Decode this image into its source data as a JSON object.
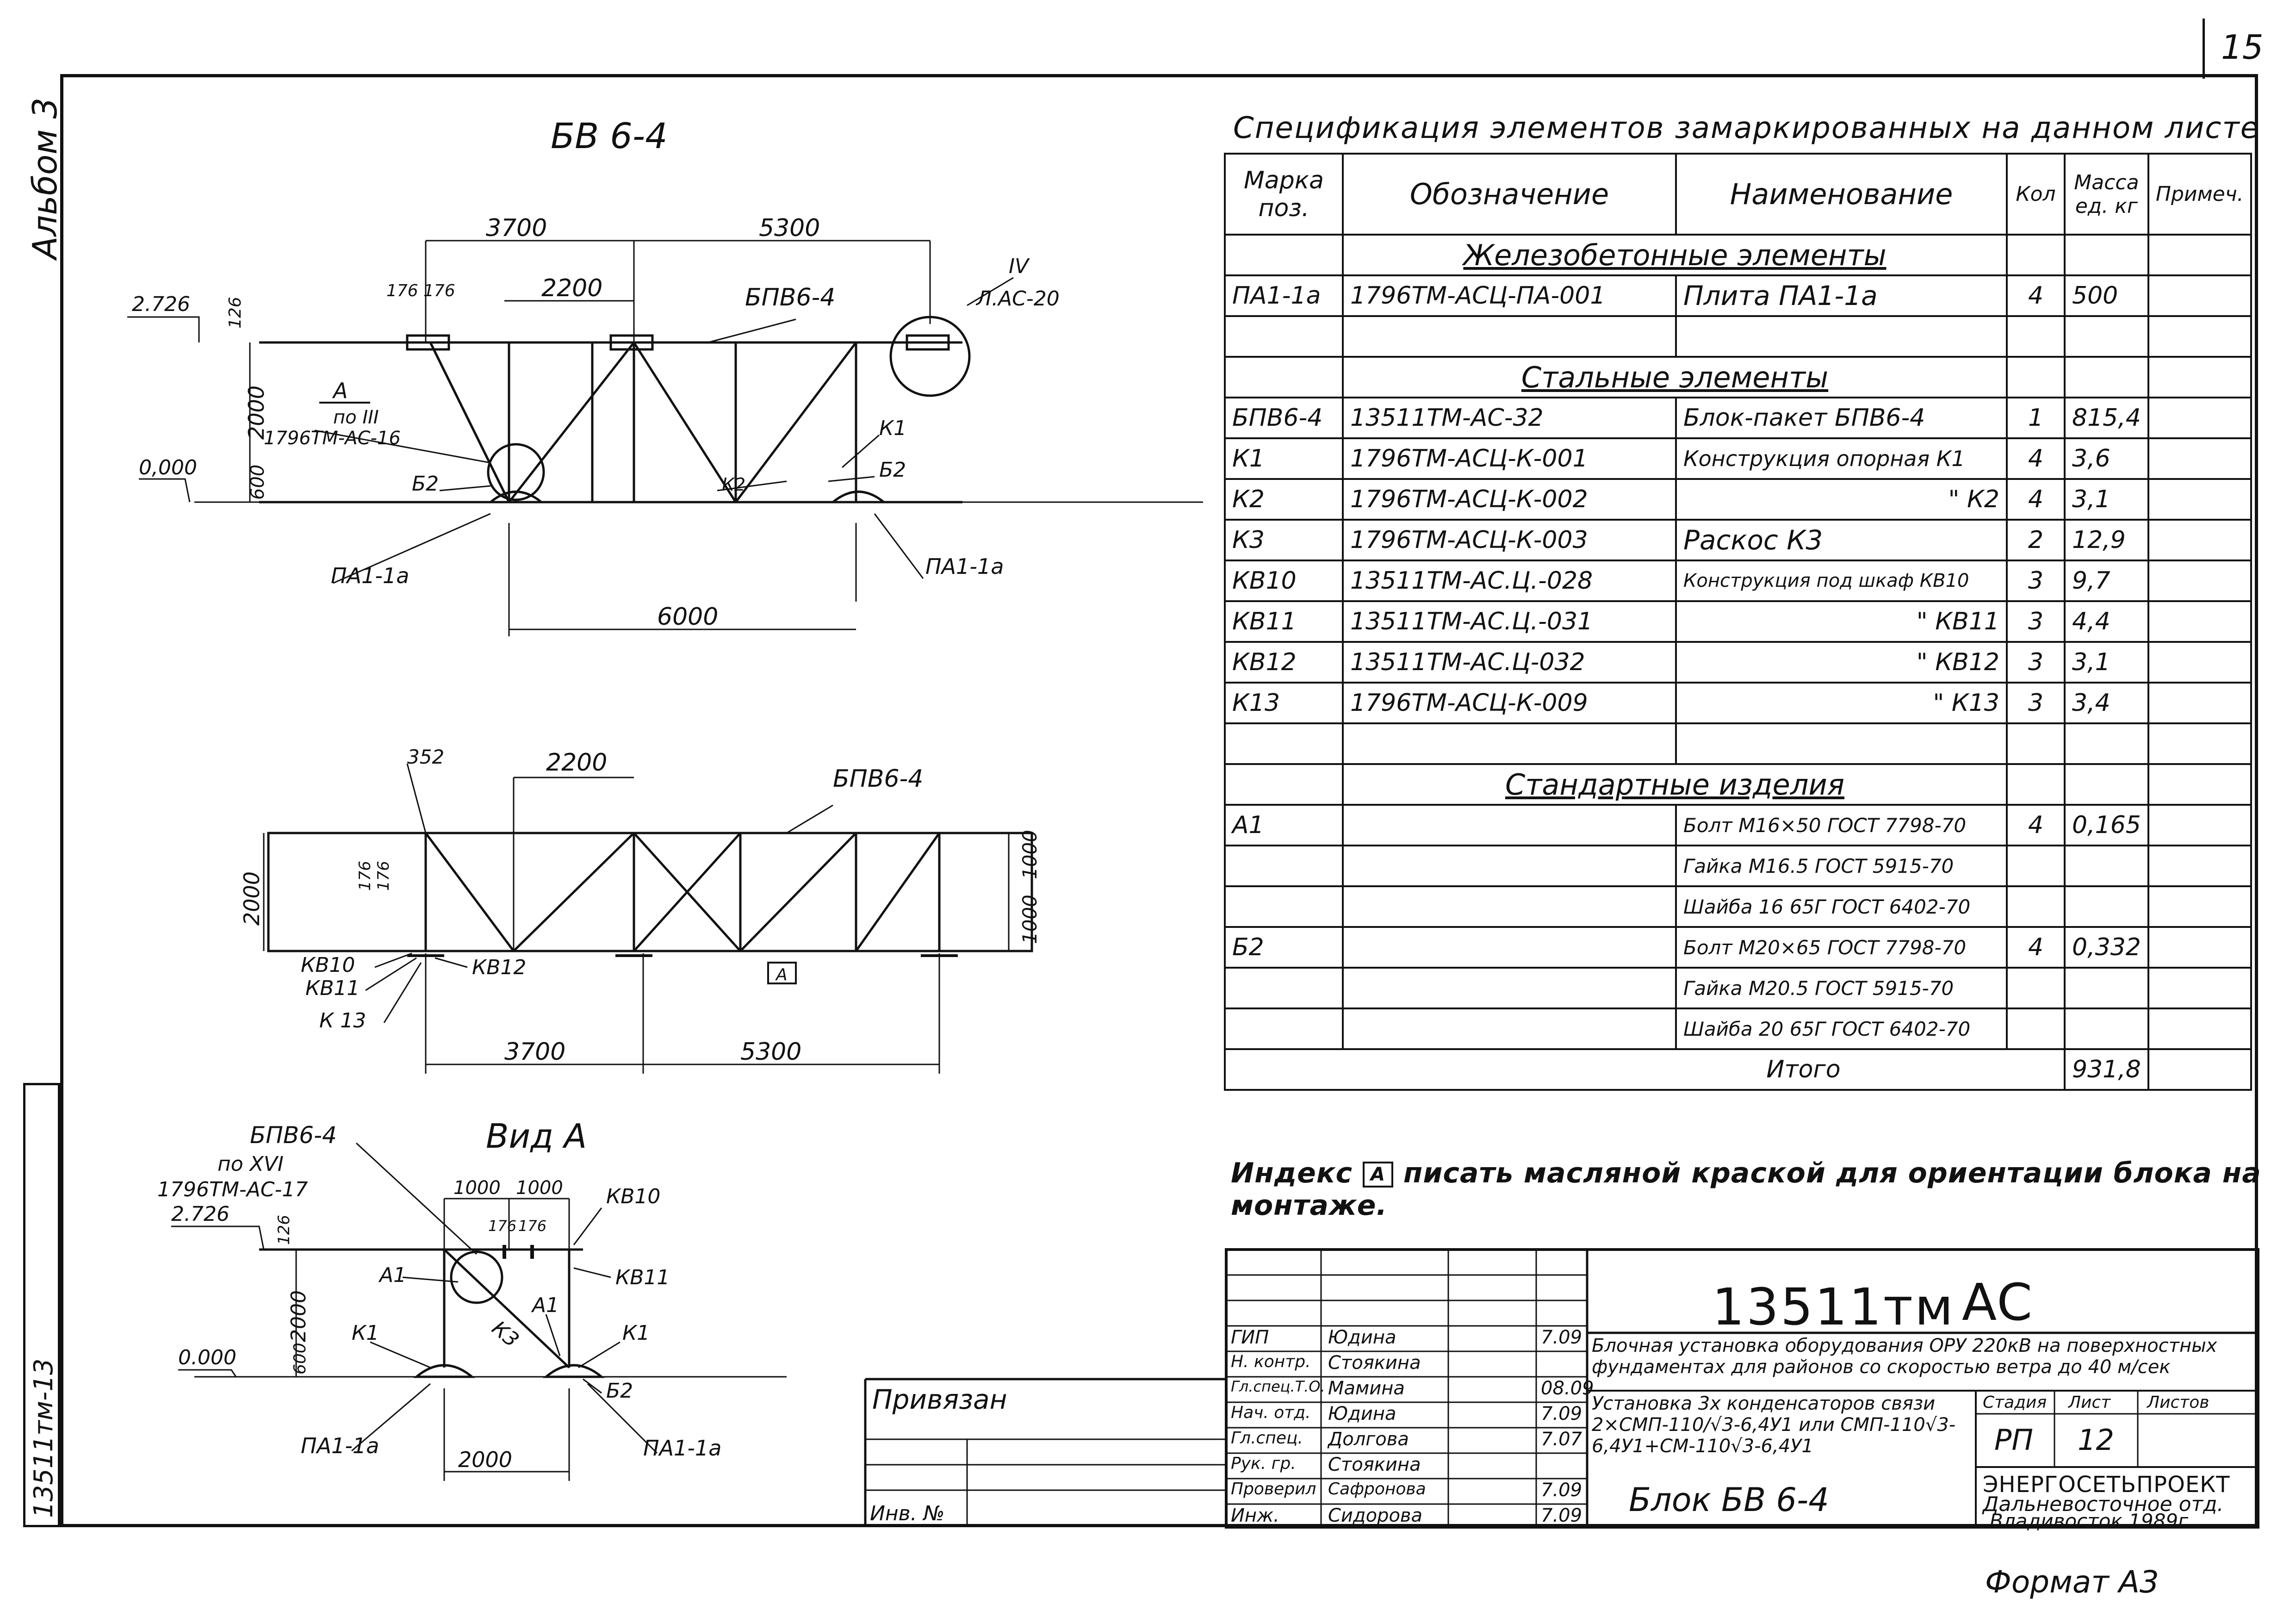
{
  "sheet_number": "15",
  "album_label": "Альбом 3",
  "side_code": "13511тм-13",
  "drawing1": {
    "title": "БВ 6-4",
    "dims_top": [
      "3700",
      "5300"
    ],
    "dims_small": [
      "176",
      "176",
      "2200"
    ],
    "level_top": "2.726",
    "level_zero": "0,000",
    "dim_126": "126",
    "dim_2000": "2000",
    "dim_600": "600",
    "dim_6000": "6000",
    "arrow_A": "А",
    "ref_iii": "по III",
    "ref_iii_doc": "1796ТМ-АС-16",
    "block_label": "БПВ6-4",
    "ref_iv": "IV",
    "ref_iv_doc": "Л.АС-20",
    "label_b2_left": "Б2",
    "label_k2": "К2",
    "label_k1": "К1",
    "label_b2_right": "Б2",
    "label_pa_left": "ПА1-1а",
    "label_pa_right": "ПА1-1а"
  },
  "drawing2": {
    "dim_352": "352",
    "dim_2200": "2200",
    "block_label": "БПВ6-4",
    "dim_2000": "2000",
    "dim_176": "176",
    "dim_176b": "176",
    "dim_1000a": "1000",
    "dim_1000b": "1000",
    "label_kv10": "КВ10",
    "label_kv11": "КВ11",
    "label_k13": "К 13",
    "label_kv12": "КВ12",
    "index_A": "А",
    "dims_bottom": [
      "3700",
      "5300"
    ]
  },
  "drawing3": {
    "title": "Вид А",
    "block_label": "БПВ6-4",
    "ref_xvi": "по XVI",
    "ref_xvi_doc": "1796ТМ-АС-17",
    "level_top": "2.726",
    "level_zero": "0.000",
    "dims_top": [
      "1000",
      "1000"
    ],
    "dims_small": [
      "176",
      "176"
    ],
    "dim_126": "126",
    "dim_2000": "2000",
    "dim_600": "600",
    "dim_2000b": "2000",
    "label_kv10": "КВ10",
    "label_kv11": "КВ11",
    "label_a1_left": "А1",
    "label_a1_right": "А1",
    "label_k3": "К3",
    "label_k1_left": "К1",
    "label_k1_right": "К1",
    "label_b2": "Б2",
    "label_pa_left": "ПА1-1а",
    "label_pa_right": "ПА1-1а"
  },
  "spec": {
    "title": "Спецификация элементов замаркированных на данном листе",
    "headers": [
      "Марка поз.",
      "Обозначение",
      "Наименование",
      "Кол",
      "Масса ед. кг",
      "Примеч."
    ],
    "sections": [
      {
        "title": "Железобетонные элементы",
        "rows": [
          [
            "ПА1-1а",
            "1796ТМ-АСЦ-ПА-001",
            "Плита ПА1-1а",
            "4",
            "500",
            ""
          ],
          [
            "",
            "",
            "",
            "",
            "",
            ""
          ]
        ]
      },
      {
        "title": "Стальные элементы",
        "rows": [
          [
            "БПВ6-4",
            "13511ТМ-АС-32",
            "Блок-пакет БПВ6-4",
            "1",
            "815,4",
            ""
          ],
          [
            "К1",
            "1796ТМ-АСЦ-К-001",
            "Конструкция опорная К1",
            "4",
            "3,6",
            ""
          ],
          [
            "К2",
            "1796ТМ-АСЦ-К-002",
            "\" К2",
            "4",
            "3,1",
            ""
          ],
          [
            "К3",
            "1796ТМ-АСЦ-К-003",
            "Раскос К3",
            "2",
            "12,9",
            ""
          ],
          [
            "КВ10",
            "13511ТМ-АС.Ц.-028",
            "Конструкция под шкаф КВ10",
            "3",
            "9,7",
            ""
          ],
          [
            "КВ11",
            "13511ТМ-АС.Ц.-031",
            "\" КВ11",
            "3",
            "4,4",
            ""
          ],
          [
            "КВ12",
            "13511ТМ-АС.Ц-032",
            "\" КВ12",
            "3",
            "3,1",
            ""
          ],
          [
            "К13",
            "1796ТМ-АСЦ-К-009",
            "\" К13",
            "3",
            "3,4",
            ""
          ],
          [
            "",
            "",
            "",
            "",
            "",
            ""
          ]
        ]
      },
      {
        "title": "Стандартные изделия",
        "rows": [
          [
            "А1",
            "",
            "Болт М16×50 ГОСТ 7798-70",
            "4",
            "0,165",
            ""
          ],
          [
            "",
            "",
            "Гайка М16.5 ГОСТ 5915-70",
            "",
            "",
            ""
          ],
          [
            "",
            "",
            "Шайба 16 65Г ГОСТ 6402-70",
            "",
            "",
            ""
          ],
          [
            "Б2",
            "",
            "Болт М20×65 ГОСТ 7798-70",
            "4",
            "0,332",
            ""
          ],
          [
            "",
            "",
            "Гайка М20.5 ГОСТ 5915-70",
            "",
            "",
            ""
          ],
          [
            "",
            "",
            "Шайба 20 65Г ГОСТ 6402-70",
            "",
            "",
            ""
          ]
        ]
      }
    ],
    "total_label": "Итого",
    "total_value": "931,8"
  },
  "index_note": {
    "before": "Индекс",
    "box": "А",
    "after": "писать масляной краской для ориентации блока на монтаже."
  },
  "title_block": {
    "privyazan": "Привязан",
    "inv": "Инв. №",
    "code": "13511тм",
    "part": "АС",
    "roles": [
      {
        "role": "ГИП",
        "name": "Юдина",
        "date": "7.09"
      },
      {
        "role": "Н. контр.",
        "name": "Стоякина",
        "date": ""
      },
      {
        "role": "Гл.спец.Т.О.",
        "name": "Мамина",
        "date": "08.09"
      },
      {
        "role": "Нач. отд.",
        "name": "Юдина",
        "date": "7.09"
      },
      {
        "role": "Гл.спец.",
        "name": "Долгова",
        "date": "7.07"
      },
      {
        "role": "Рук. гр.",
        "name": "Стоякина",
        "date": ""
      },
      {
        "role": "Проверил",
        "name": "Сафронова",
        "date": "7.09"
      },
      {
        "role": "Инж.",
        "name": "Сидорова",
        "date": "7.09"
      }
    ],
    "project_title": "Блочная установка оборудования ОРУ 220кВ на поверхностных фундаментах для районов со скоростью ветра до 40 м/сек",
    "subject": "Установка 3х конденсаторов связи 2×СМП-110/√3-6,4У1 или СМП-110√3-6,4У1+СМ-110√3-6,4У1",
    "sheet_name": "Блок БВ 6-4",
    "stage_label": "Стадия",
    "sheet_label": "Лист",
    "sheets_label": "Листов",
    "stage": "РП",
    "sheet": "12",
    "org_name": "ЭНЕРГОСЕТЬПРОЕКТ",
    "org_dept": "Дальневосточное отд.",
    "org_city_year": "Владивосток 1989г"
  },
  "format_label": "Формат А3"
}
